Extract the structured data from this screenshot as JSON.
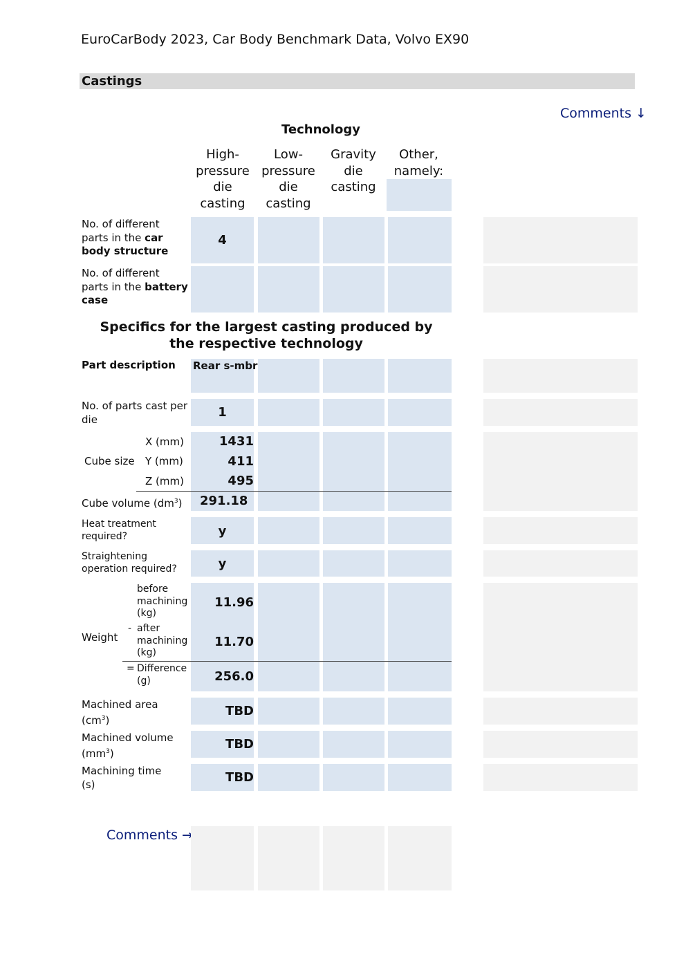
{
  "header": {
    "title": "EuroCarBody 2023, Car Body Benchmark Data, Volvo EX90"
  },
  "section": {
    "title": "Castings"
  },
  "comments": {
    "top": "Comments ↓",
    "bottom": "Comments →"
  },
  "technology": {
    "heading": "Technology",
    "columns": [
      "High-\npressure\ndie\ncasting",
      "Low-\npressure\ndie\ncasting",
      "Gravity\ndie\ncasting",
      "Other,\nnamely:"
    ]
  },
  "rows": {
    "parts_body": {
      "label_pre": "No. of different parts in the ",
      "label_bold": "car body structure",
      "values": [
        "4",
        "",
        "",
        ""
      ]
    },
    "parts_battery": {
      "label_pre": "No. of different parts in the ",
      "label_bold": "battery case",
      "values": [
        "",
        "",
        "",
        ""
      ]
    },
    "specifics_heading": "Specifics for the largest casting produced by the respective technology",
    "part_description": {
      "label": "Part description",
      "values": [
        "Rear s-mbr",
        "",
        "",
        ""
      ]
    },
    "parts_per_die": {
      "label": "No. of parts cast per die",
      "values": [
        "1",
        "",
        "",
        ""
      ]
    },
    "cube_size": {
      "label": "Cube size",
      "x_label": "X (mm)",
      "y_label": "Y (mm)",
      "z_label": "Z (mm)",
      "x": "1431",
      "y": "411",
      "z": "495"
    },
    "cube_volume": {
      "label": "Cube volume (dm",
      "sup": "3",
      "label_end": ")",
      "value": "291.18"
    },
    "heat_treatment": {
      "label": "Heat treatment required?",
      "value": "y"
    },
    "straightening": {
      "label": "Straightening operation required?",
      "value": "y"
    },
    "weight": {
      "label": "Weight",
      "before_label": "before machining (kg)",
      "minus": "-",
      "after_label": "after machining (kg)",
      "equals": "=",
      "diff_label": "Difference (g)",
      "before": "11.96",
      "after": "11.70",
      "difference": "256.0"
    },
    "machined_area": {
      "label": "Machined area",
      "unit": "(cm",
      "sup": "3",
      "unit_end": ")",
      "value": "TBD"
    },
    "machined_volume": {
      "label": "Machined volume",
      "unit": "(mm",
      "sup": "3",
      "unit_end": ")",
      "value": "TBD"
    },
    "machining_time": {
      "label": "Machining time",
      "unit": "(s)",
      "value": "TBD"
    }
  }
}
